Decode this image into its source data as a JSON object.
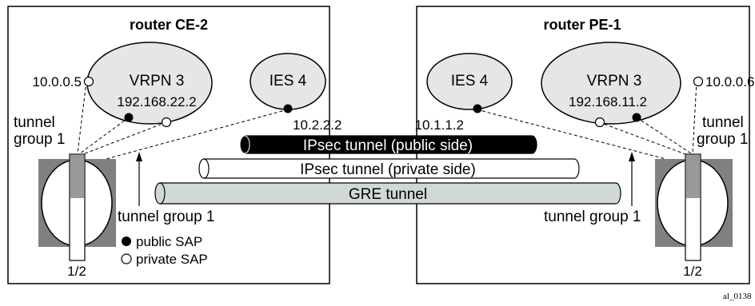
{
  "routers": {
    "ce2": {
      "title": "router CE-2",
      "vprn": {
        "name": "VRPN 3",
        "ip": "192.168.22.2",
        "addr": "10.0.0.5"
      },
      "ies": {
        "name": "IES 4",
        "addr": "10.2.2.2"
      },
      "tunnel_group_label_1": "tunnel",
      "tunnel_group_label_2": "group 1",
      "tunnel_group_pointer": "tunnel group 1",
      "port": "1/2"
    },
    "pe1": {
      "title": "router PE-1",
      "vprn": {
        "name": "VRPN 3",
        "ip": "192.168.11.2",
        "addr": "10.0.0.6"
      },
      "ies": {
        "name": "IES 4",
        "addr": "10.1.1.2"
      },
      "tunnel_group_label_1": "tunnel",
      "tunnel_group_label_2": "group 1",
      "tunnel_group_pointer": "tunnel group 1",
      "port": "1/2"
    }
  },
  "tunnels": {
    "public": "IPsec tunnel (public side)",
    "private": "IPsec tunnel (private side)",
    "gre": "GRE tunnel"
  },
  "legend": {
    "public_sap": "public SAP",
    "private_sap": "private SAP"
  },
  "figure_id": "al_0138",
  "colors": {
    "ellipse_fill": "#e6e6e6",
    "port_gray": "#808080",
    "tunnel_public": "#000000",
    "tunnel_private": "#ffffff",
    "tunnel_gre": "#d0d8d8"
  }
}
